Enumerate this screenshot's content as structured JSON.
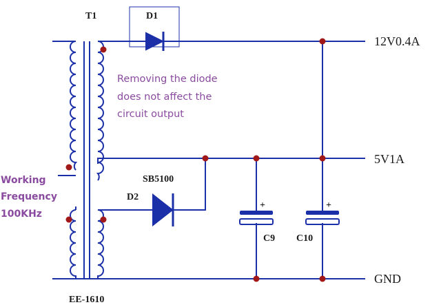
{
  "transformer": {
    "label": "T1",
    "core": "EE-1610"
  },
  "diodes": {
    "d1": "D1",
    "d2": "D2",
    "d2_part": "SB5100"
  },
  "capacitors": {
    "c9": "C9",
    "c10": "C10",
    "polarity": "+"
  },
  "rails": {
    "v12": "12V0.4A",
    "v5": "5V1A",
    "gnd": "GND"
  },
  "notes": {
    "diode_line1": "Removing the diode",
    "diode_line2": "does not affect the",
    "diode_line3": "circuit output",
    "freq_line1": "Working",
    "freq_line2": "Frequency",
    "freq_line3": "100KHz"
  },
  "colors": {
    "wire": "#1a2fa8",
    "node": "#a01818",
    "note_text": "#8a4aa0"
  }
}
